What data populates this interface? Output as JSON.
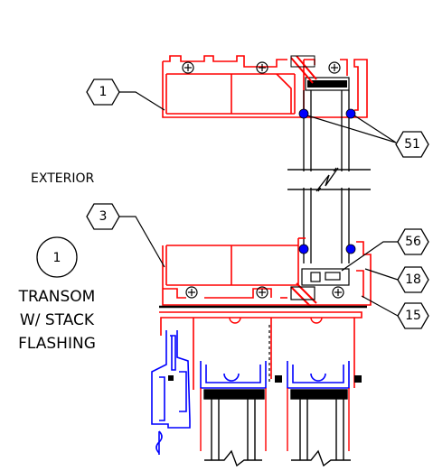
{
  "labels": {
    "exterior": "EXTERIOR",
    "detail_number": "1",
    "detail_title_line1": "TRANSOM",
    "detail_title_line2": "W/ STACK",
    "detail_title_line3": "FLASHING"
  },
  "callouts": [
    {
      "id": "1"
    },
    {
      "id": "3"
    },
    {
      "id": "51"
    },
    {
      "id": "56"
    },
    {
      "id": "18"
    },
    {
      "id": "15"
    }
  ],
  "colors": {
    "frame": "#ff0000",
    "gasket": "#0000ff",
    "flashing": "#0000ff",
    "linework": "#000000",
    "background": "#ffffff"
  }
}
